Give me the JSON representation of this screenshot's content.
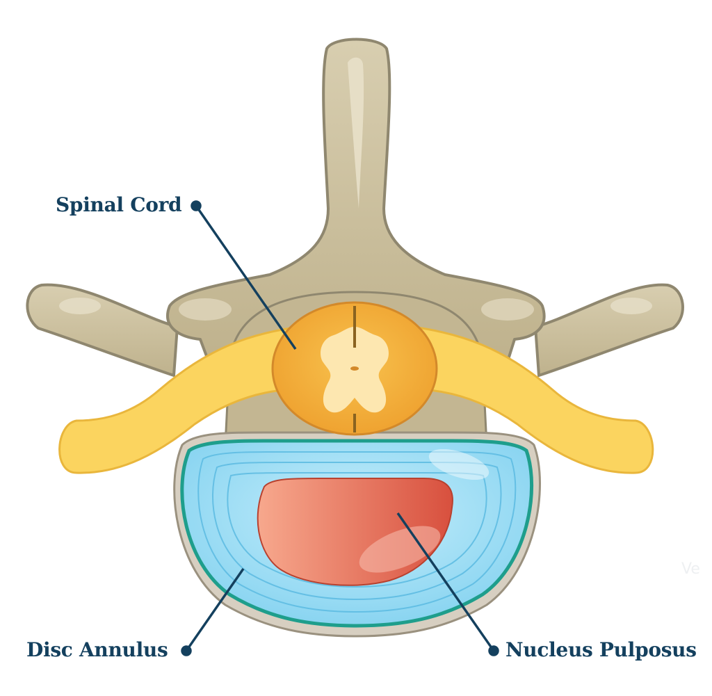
{
  "labels": {
    "spinal_cord": "Spinal Cord",
    "disc_annulus": "Disc Annulus",
    "nucleus_pulposus": "Nucleus Pulposus"
  },
  "watermark": "Ve",
  "colors": {
    "label_text": "#14405e",
    "leader_line": "#14405e",
    "bone": "#c8bb98",
    "bone_outline": "#8f876f",
    "spinal_cord": "#f4ac3a",
    "grey_matter": "#fde7b0",
    "nerve_root": "#fbd45f",
    "annulus": "#8ed9f3",
    "annulus_rim": "#1e9e8c",
    "nucleus": "#e46a52"
  }
}
